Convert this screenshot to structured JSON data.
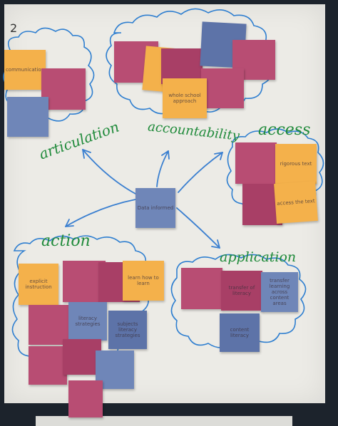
{
  "page_number": "2",
  "labels": {
    "articulation": "articulation",
    "accountability": "accountability",
    "access": "access",
    "action": "action",
    "application": "application"
  },
  "center_note": "Data informed",
  "notes": {
    "communication": "communication",
    "whole_school": "whole school approach",
    "rigorous_text": "rigorous text",
    "access_text": "access the text",
    "explicit_instruction": "explicit instruction",
    "learn_how": "learn how to learn",
    "literacy_strategies": "literacy strategies",
    "subjects_literacy": "subjects literacy strategies",
    "transfer_literacy": "transfer of literacy",
    "transfer_learning": "transfer learning across content areas",
    "content_literacy": "content literacy"
  },
  "colors": {
    "paper": "#ecebe6",
    "pink": "#b84d73",
    "orange": "#f4b14b",
    "blue": "#6f86b8",
    "cloud_ink": "#2f7fd0",
    "arrow_ink": "#3a7fd0",
    "label_ink": "#1f8a3a"
  }
}
